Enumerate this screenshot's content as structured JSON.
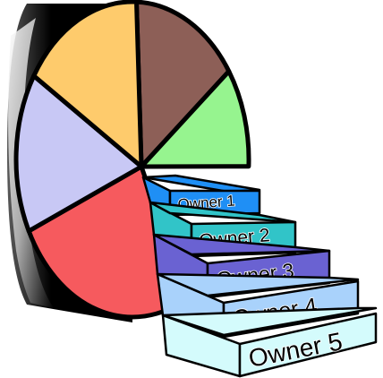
{
  "colors": {
    "pie_slices": [
      "#8d5f57",
      "#96f48f",
      "#f65a5e",
      "#c8c8f5",
      "#fecb6c"
    ],
    "steps": [
      "#1f8ff5",
      "#31c4c8",
      "#6a62d2",
      "#a9d2fb",
      "#d4fbfc"
    ],
    "outline": "#000000"
  },
  "steps": [
    {
      "label": "Owner 1"
    },
    {
      "label": "Owner 2"
    },
    {
      "label": "Owner 3"
    },
    {
      "label": "Owner 4"
    },
    {
      "label": "Owner 5"
    }
  ]
}
